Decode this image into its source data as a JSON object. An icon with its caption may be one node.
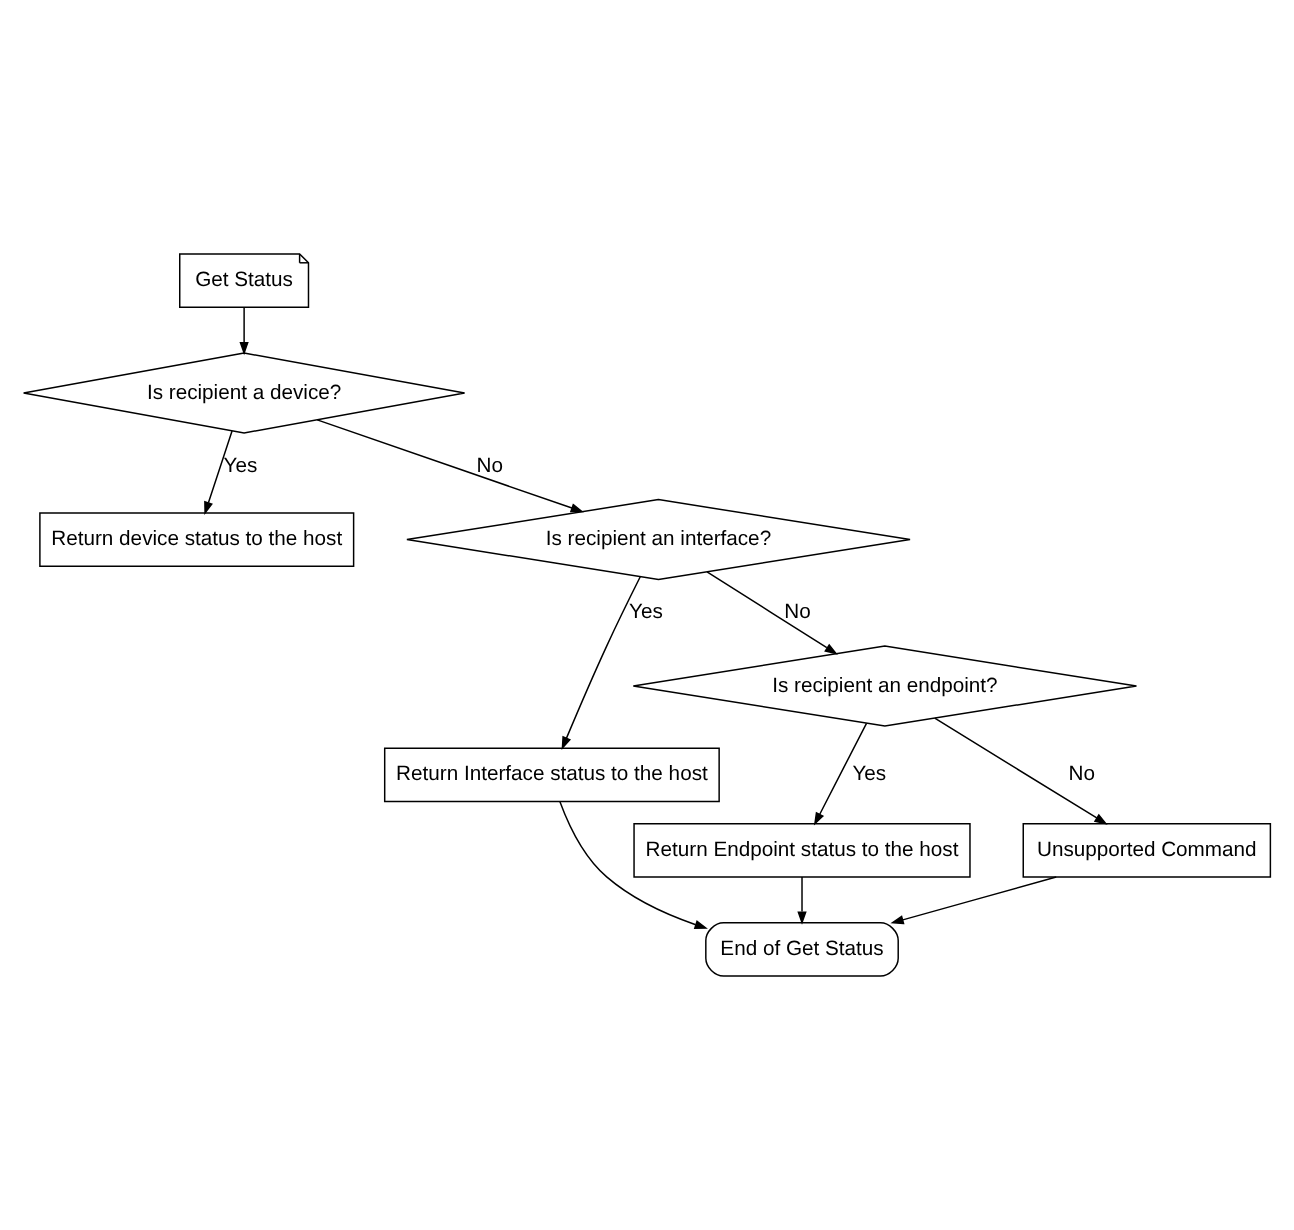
{
  "diagram": {
    "nodes": [
      {
        "text": [
          "Get Status"
        ]
      },
      {
        "text": [
          "Is recipient a device?"
        ]
      },
      {
        "text": [
          "Return device status to the host"
        ]
      },
      {
        "text": [
          "Is recipient an interface?"
        ]
      },
      {
        "text": [
          "Return Interface status to the host"
        ]
      },
      {
        "text": [
          "Is recipient an endpoint?"
        ]
      },
      {
        "text": [
          "Return Endpoint status to the host"
        ]
      },
      {
        "text": [
          "Unsupported Command"
        ]
      },
      {
        "text": [
          "End of Get Status"
        ]
      }
    ],
    "edges": [
      {
        "from": 0,
        "to": 1,
        "arrow": "to"
      },
      {
        "from": 1,
        "to": 2,
        "label": "Yes",
        "arrow": "to"
      },
      {
        "from": 1,
        "to": 3,
        "label": "No",
        "arrow": "to"
      },
      {
        "from": 3,
        "to": 4,
        "label": "Yes",
        "arrow": "to"
      },
      {
        "from": 3,
        "to": 5,
        "label": "No",
        "arrow": "to"
      },
      {
        "from": 5,
        "to": 6,
        "label": "Yes",
        "arrow": "to"
      },
      {
        "from": 5,
        "to": 7,
        "label": "No",
        "arrow": "to"
      },
      {
        "from": 4,
        "to": 8,
        "arrow": "to"
      },
      {
        "from": 6,
        "to": 8,
        "arrow": "to"
      },
      {
        "from": 7,
        "to": 8,
        "arrow": "to"
      }
    ]
  }
}
